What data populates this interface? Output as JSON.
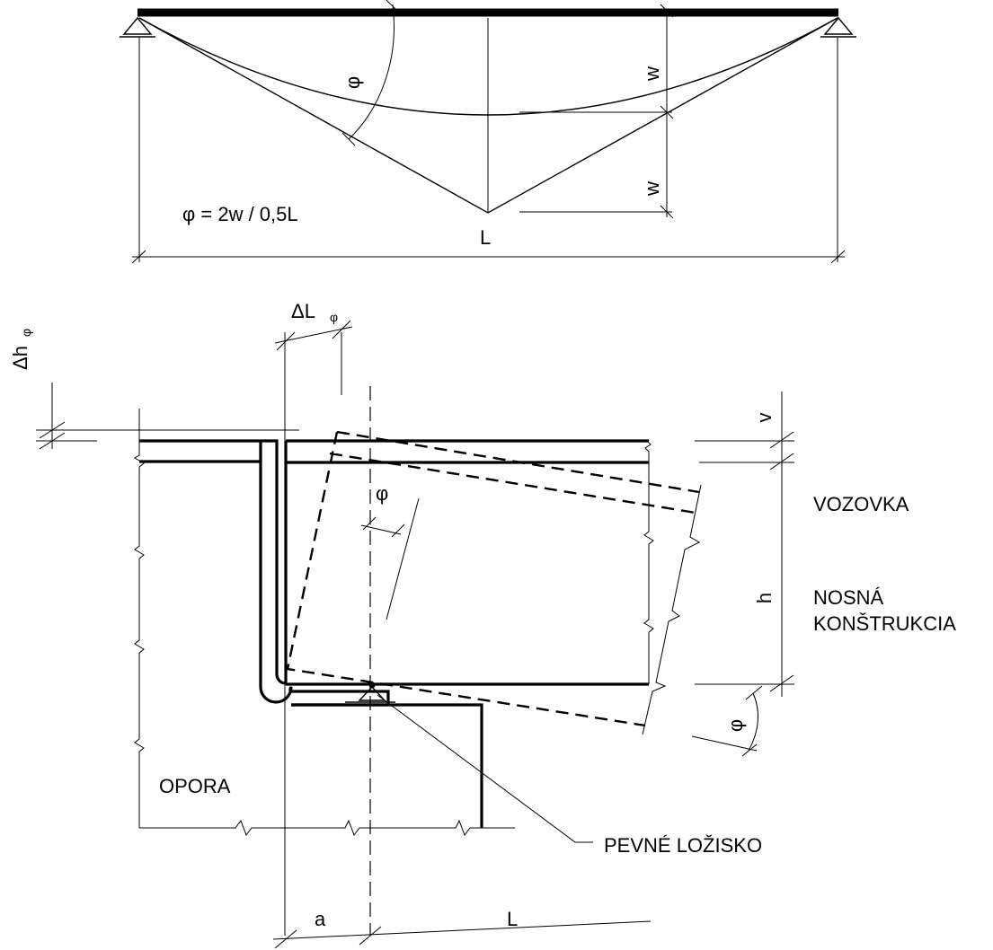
{
  "top": {
    "formula": "φ = 2w / 0,5L",
    "phi": "φ",
    "w_upper": "w",
    "w_lower": "w",
    "span": "L"
  },
  "bottom": {
    "delta_L": "ΔL",
    "delta_L_sub": "φ",
    "delta_h": "Δh",
    "delta_h_sub": "φ",
    "phi_mid": "φ",
    "phi_right": "φ",
    "v": "v",
    "h": "h",
    "a": "a",
    "L": "L",
    "vozovka": "VOZOVKA",
    "nosna_1": "NOSNÁ",
    "nosna_2": "KONŠTRUKCIA",
    "opora": "OPORA",
    "lozisko": "PEVNÉ LOŽISKO"
  }
}
